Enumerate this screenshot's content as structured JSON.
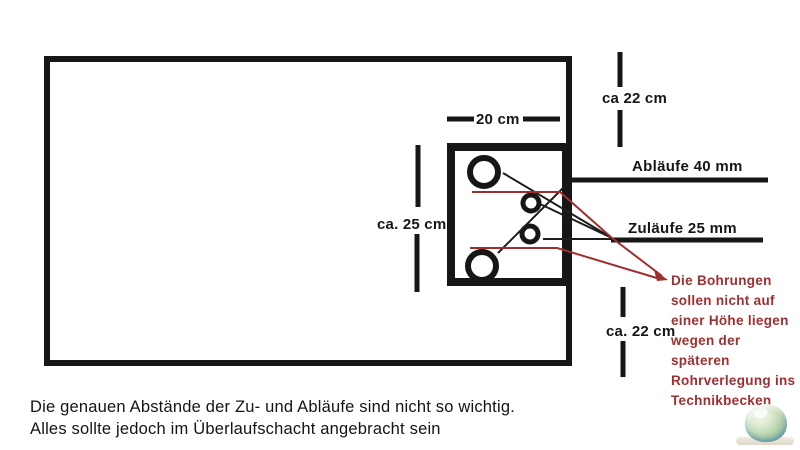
{
  "diagram": {
    "dimensions": {
      "shaft_width": "20 cm",
      "top_right_distance": "ca 22 cm",
      "shaft_height": "ca. 25 cm",
      "bottom_right_distance": "ca. 22 cm"
    },
    "pipe_labels": {
      "drains": "Abläufe 40 mm",
      "inlets": "Zuläufe 25 mm"
    },
    "annotation": {
      "lines": [
        "Die Bohrungen",
        "sollen nicht auf",
        "einer Höhe liegen",
        "wegen der",
        "späteren",
        "Rohrverlegung ins",
        "Technikbecken"
      ]
    },
    "footnote": {
      "line1": "Die genauen Abstände der Zu- und Abläufe sind nicht so wichtig.",
      "line2": "Alles sollte jedoch im Überlaufschacht angebracht sein"
    },
    "colors": {
      "ink": "#161616",
      "accent_red": "#9d2f2f"
    }
  }
}
